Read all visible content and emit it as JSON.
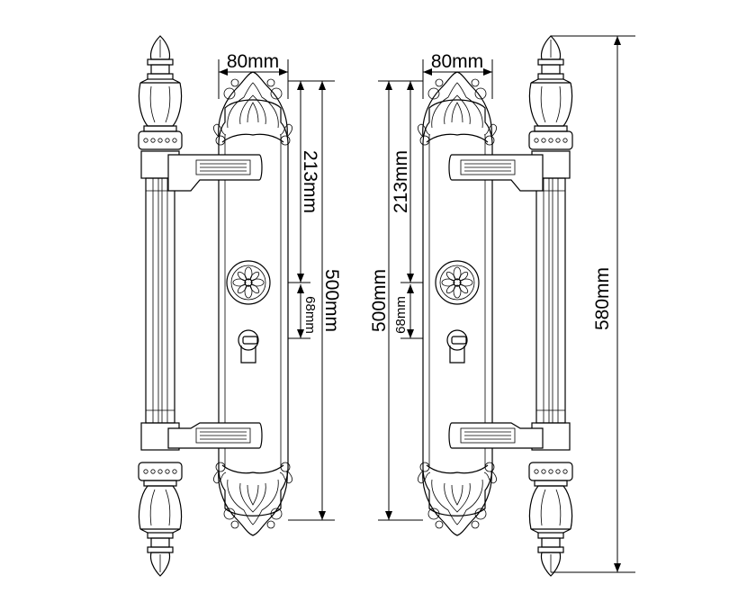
{
  "diagram": {
    "left_handle": {
      "width_label": "80mm",
      "upper_label": "213mm",
      "lower_label": "68mm",
      "plate_label": "500mm"
    },
    "right_handle": {
      "width_label": "80mm",
      "upper_label": "213mm",
      "lower_label": "68mm",
      "plate_label": "500mm",
      "total_label": "580mm"
    }
  }
}
